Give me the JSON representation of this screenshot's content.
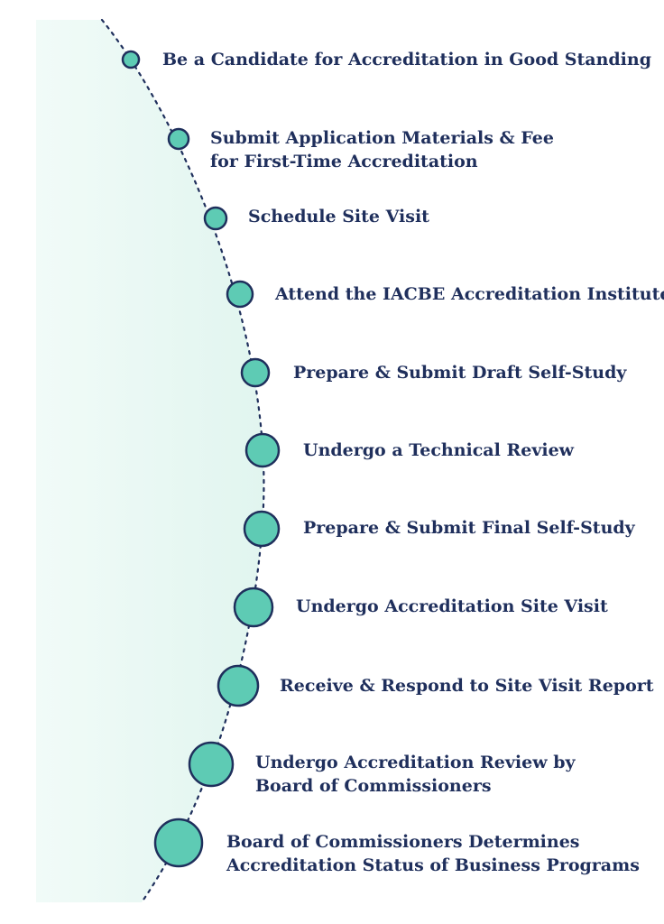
{
  "diagram": {
    "colors": {
      "node_fill": "#5ecbb4",
      "node_stroke": "#1f2f5c",
      "path_stroke": "#1f2f5c",
      "text": "#1f2f5c",
      "shade_start": "#f1fbf8",
      "shade_end": "#e1f5ef"
    },
    "steps": [
      {
        "lines": [
          "Be a Candidate for Accreditation in Good Standing"
        ]
      },
      {
        "lines": [
          "Submit Application Materials & Fee",
          "for First-Time Accreditation"
        ]
      },
      {
        "lines": [
          "Schedule Site Visit"
        ]
      },
      {
        "lines": [
          "Attend the IACBE Accreditation Institute"
        ]
      },
      {
        "lines": [
          "Prepare & Submit Draft Self-Study"
        ]
      },
      {
        "lines": [
          "Undergo a Technical Review"
        ]
      },
      {
        "lines": [
          "Prepare & Submit Final Self-Study"
        ]
      },
      {
        "lines": [
          "Undergo Accreditation Site Visit"
        ]
      },
      {
        "lines": [
          "Receive & Respond to Site Visit Report"
        ]
      },
      {
        "lines": [
          "Undergo Accreditation Review by",
          "Board of Commissioners"
        ]
      },
      {
        "lines": [
          "Board of Commissioners Determines",
          "Accreditation Status of Business Programs"
        ]
      }
    ]
  }
}
